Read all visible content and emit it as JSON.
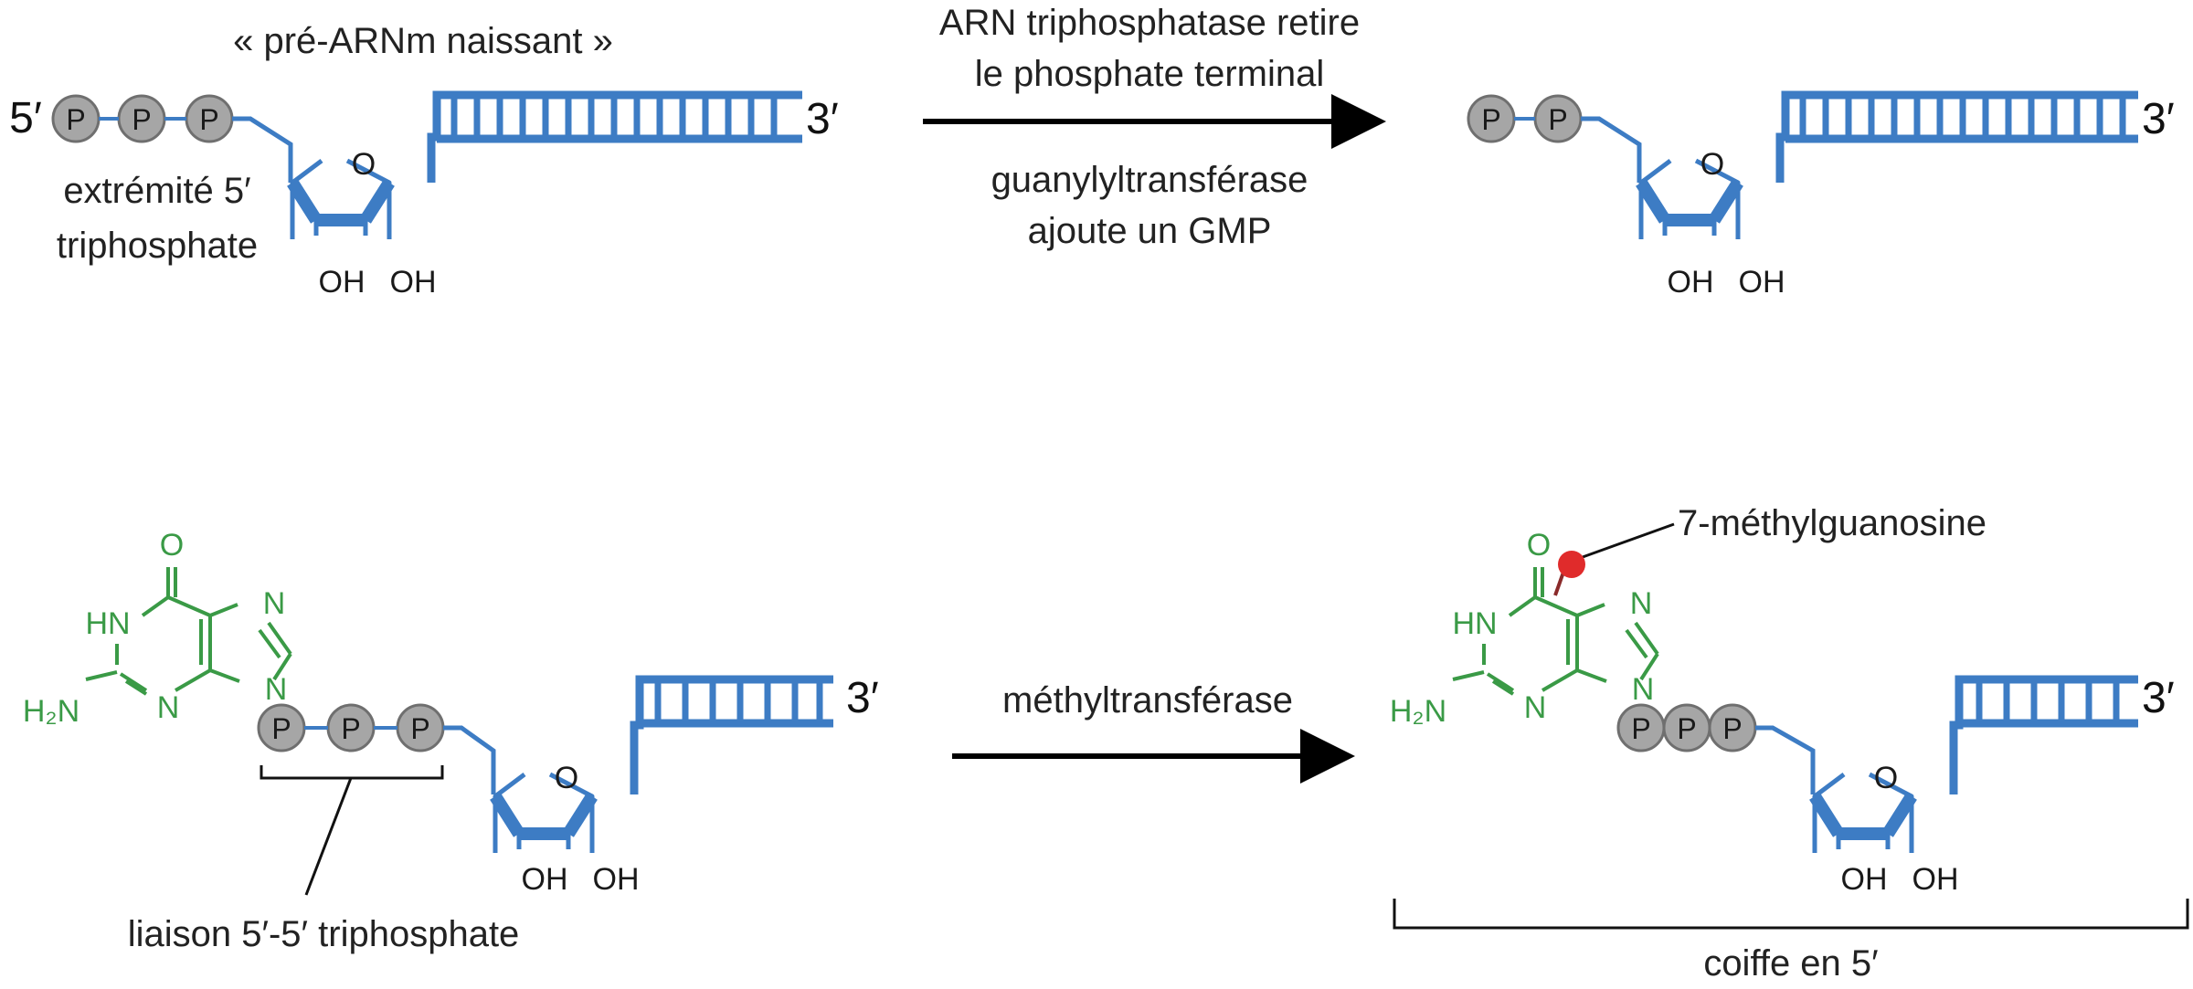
{
  "labels": {
    "premrna": "« pré-ARNm naissant »",
    "triphos_line1": "extrémité 5′",
    "triphos_line2": "triphosphate",
    "step1_top_line1": "ARN triphosphatase retire",
    "step1_top_line2": "le phosphate terminal",
    "step1_bottom_line1": "guanylyltransférase",
    "step1_bottom_line2": "ajoute un GMP",
    "step2": "méthyltransférase",
    "linkage": "liaison 5′-5′ triphosphate",
    "methyl": "7-méthylguanosine",
    "cap": "coiffe en 5′"
  },
  "ends": {
    "five": "5′",
    "three": "3′"
  },
  "atoms": {
    "ring_o": "O",
    "oh": "OH",
    "carbonyl_o": "O",
    "hn": "HN",
    "n": "N",
    "h2n": "H₂N"
  },
  "phosphate": "P",
  "colors": {
    "rna_blue": "#3d7cc4",
    "guanine_green": "#3a9a46",
    "phosphate_gray": "#a6a6a6",
    "methyl_red": "#e02b2b"
  },
  "icons": {
    "reaction_arrow": "right-arrow-icon",
    "methyl_group": "red-dot-icon"
  }
}
